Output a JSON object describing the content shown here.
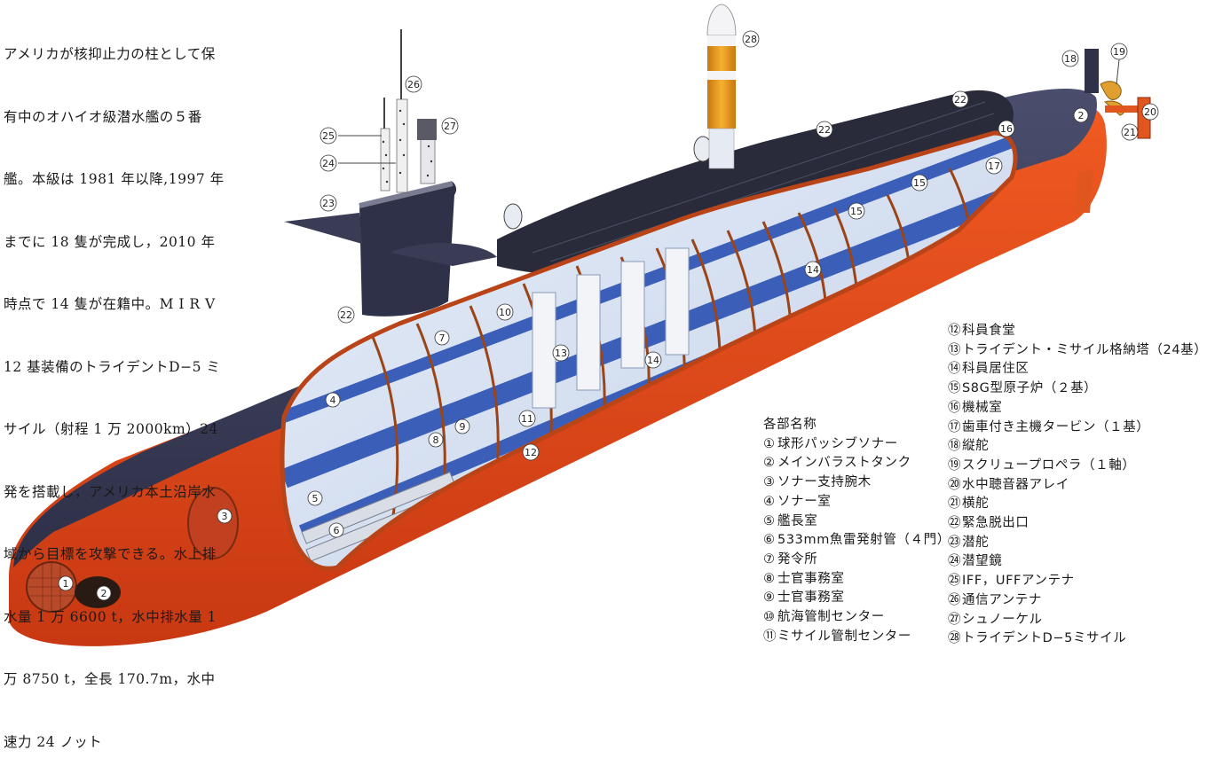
{
  "description": {
    "lines": [
      "アメリカが核抑止力の柱として保",
      "有中のオハイオ級潜水艦の５番",
      "艦。本級は 1981 年以降,1997 年",
      "までに 18 隻が完成し，2010 年",
      "時点で 14 隻が在籍中。M I R V",
      "12 基装備のトライデントD−5 ミ",
      "サイル（射程 1 万 2000km）24",
      "発を搭載し，アメリカ本土沿岸水",
      "域から目標を攻撃できる。水上排",
      "水量 1 万 6600 t，水中排水量 1",
      "万 8750 t，全長 170.7m，水中",
      "速力 24 ノット"
    ]
  },
  "legend": {
    "title": "各部名称",
    "items": [
      {
        "num": "①",
        "label": "球形パッシブソナー"
      },
      {
        "num": "②",
        "label": "メインバラストタンク"
      },
      {
        "num": "③",
        "label": "ソナー支持腕木"
      },
      {
        "num": "④",
        "label": "ソナー室"
      },
      {
        "num": "⑤",
        "label": "艦長室"
      },
      {
        "num": "⑥",
        "label": "533mm魚雷発射管（４門）"
      },
      {
        "num": "⑦",
        "label": "発令所"
      },
      {
        "num": "⑧",
        "label": "士官事務室"
      },
      {
        "num": "⑨",
        "label": "士官事務室"
      },
      {
        "num": "⑩",
        "label": "航海管制センター"
      },
      {
        "num": "⑪",
        "label": "ミサイル管制センター"
      },
      {
        "num": "⑫",
        "label": "科員食堂"
      },
      {
        "num": "⑬",
        "label": "トライデント・ミサイル格納塔（24基）"
      },
      {
        "num": "⑭",
        "label": "科員居住区"
      },
      {
        "num": "⑮",
        "label": "S8G型原子炉（２基）"
      },
      {
        "num": "⑯",
        "label": "機械室"
      },
      {
        "num": "⑰",
        "label": "歯車付き主機タービン（１基）"
      },
      {
        "num": "⑱",
        "label": "縦舵"
      },
      {
        "num": "⑲",
        "label": "スクリュープロペラ（１軸）"
      },
      {
        "num": "⑳",
        "label": "水中聴音器アレイ"
      },
      {
        "num": "㉑",
        "label": "横舵"
      },
      {
        "num": "㉒",
        "label": "緊急脱出口"
      },
      {
        "num": "㉓",
        "label": "潜舵"
      },
      {
        "num": "㉔",
        "label": "潜望鏡"
      },
      {
        "num": "㉕",
        "label": "IFF，UFFアンテナ"
      },
      {
        "num": "㉖",
        "label": "通信アンテナ"
      },
      {
        "num": "㉗",
        "label": "シュノーケル"
      },
      {
        "num": "㉘",
        "label": "トライデントD−5ミサイル"
      }
    ]
  },
  "callouts": {
    "c1": "1",
    "c2": "2",
    "c3": "3",
    "c4": "4",
    "c5": "5",
    "c6": "6",
    "c7": "7",
    "c8": "8",
    "c9": "9",
    "c10": "10",
    "c11": "11",
    "c12": "12",
    "c13": "13",
    "c14": "14",
    "c15": "15",
    "c16": "16",
    "c17": "17",
    "c18": "18",
    "c19": "19",
    "c20": "20",
    "c21": "21",
    "c22": "22",
    "c23": "23",
    "c24": "24",
    "c25": "25",
    "c26": "26",
    "c27": "27",
    "c28": "28"
  },
  "colors": {
    "hull_upper": "#3d3f5c",
    "hull_lower": "#e0461c",
    "interior_blue": "#3b5fb8",
    "interior_light": "#dde6f2",
    "missile_orange": "#e8a020",
    "background": "#ffffff"
  }
}
